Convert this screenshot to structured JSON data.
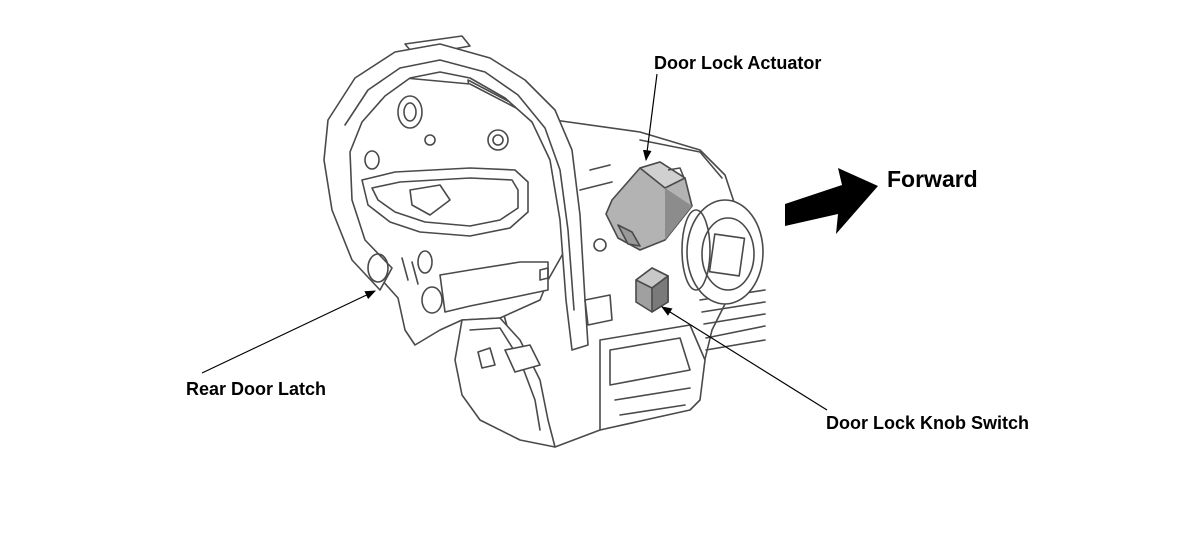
{
  "labels": {
    "door_lock_actuator": "Door Lock Actuator",
    "rear_door_latch": "Rear Door Latch",
    "door_lock_knob_switch": "Door Lock Knob Switch",
    "forward": "Forward"
  },
  "colors": {
    "line": "#4a4a4a",
    "leader": "#000000",
    "highlight_fill": "#b3b3b3",
    "highlight_dark": "#8c8c8c",
    "arrow": "#000000"
  },
  "icons": {
    "forward_arrow": "arrow-right"
  }
}
